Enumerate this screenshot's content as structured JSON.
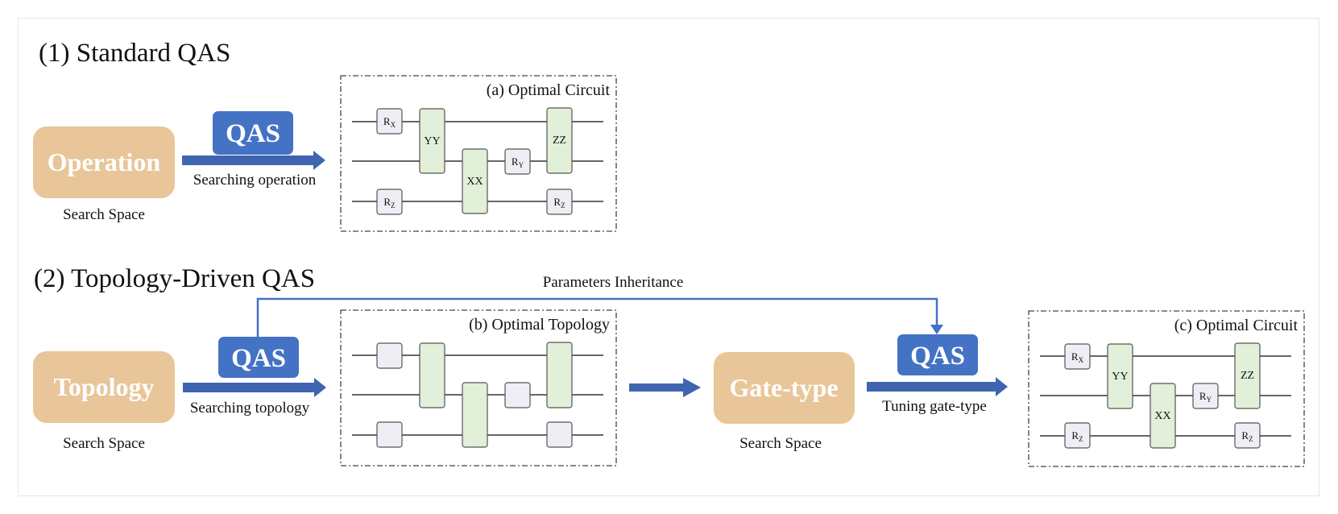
{
  "sections": {
    "standard": {
      "title": "(1) Standard QAS"
    },
    "topology": {
      "title": "(2) Topology-Driven QAS"
    }
  },
  "search_spaces": {
    "operation": {
      "label": "Operation",
      "caption": "Search Space"
    },
    "topology": {
      "label": "Topology",
      "caption": "Search Space"
    },
    "gate_type": {
      "label": "Gate-type",
      "caption": "Search Space"
    }
  },
  "qas": {
    "label": "QAS",
    "searching_operation": "Searching operation",
    "searching_topology": "Searching topology",
    "tuning_gate_type": "Tuning gate-type"
  },
  "inheritance_label": "Parameters Inheritance",
  "circuits": {
    "a": {
      "caption": "(a) Optimal Circuit"
    },
    "b": {
      "caption": "(b) Optimal Topology"
    },
    "c": {
      "caption": "(c) Optimal Circuit"
    }
  },
  "gates": {
    "rx": {
      "base": "R",
      "sub": "X"
    },
    "ry": {
      "base": "R",
      "sub": "Y"
    },
    "rz": {
      "base": "R",
      "sub": "Z"
    },
    "yy": "YY",
    "xx": "XX",
    "zz": "ZZ"
  },
  "colors": {
    "search_space": "#e8c699",
    "qas_box": "#4472c4",
    "arrow": "#3f65b0",
    "single_gate": "#eeeef4",
    "two_qubit_gate": "#e2efd9"
  }
}
